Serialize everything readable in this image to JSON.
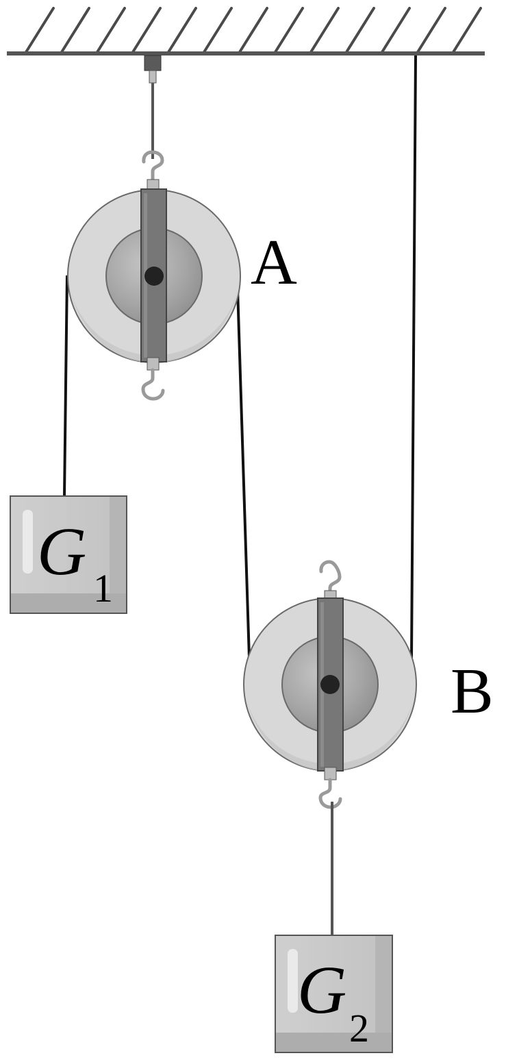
{
  "pulleys": {
    "a": {
      "label": "A"
    },
    "b": {
      "label": "B"
    }
  },
  "weights": {
    "g1": {
      "letter": "G",
      "subscript": "1"
    },
    "g2": {
      "letter": "G",
      "subscript": "2"
    }
  }
}
